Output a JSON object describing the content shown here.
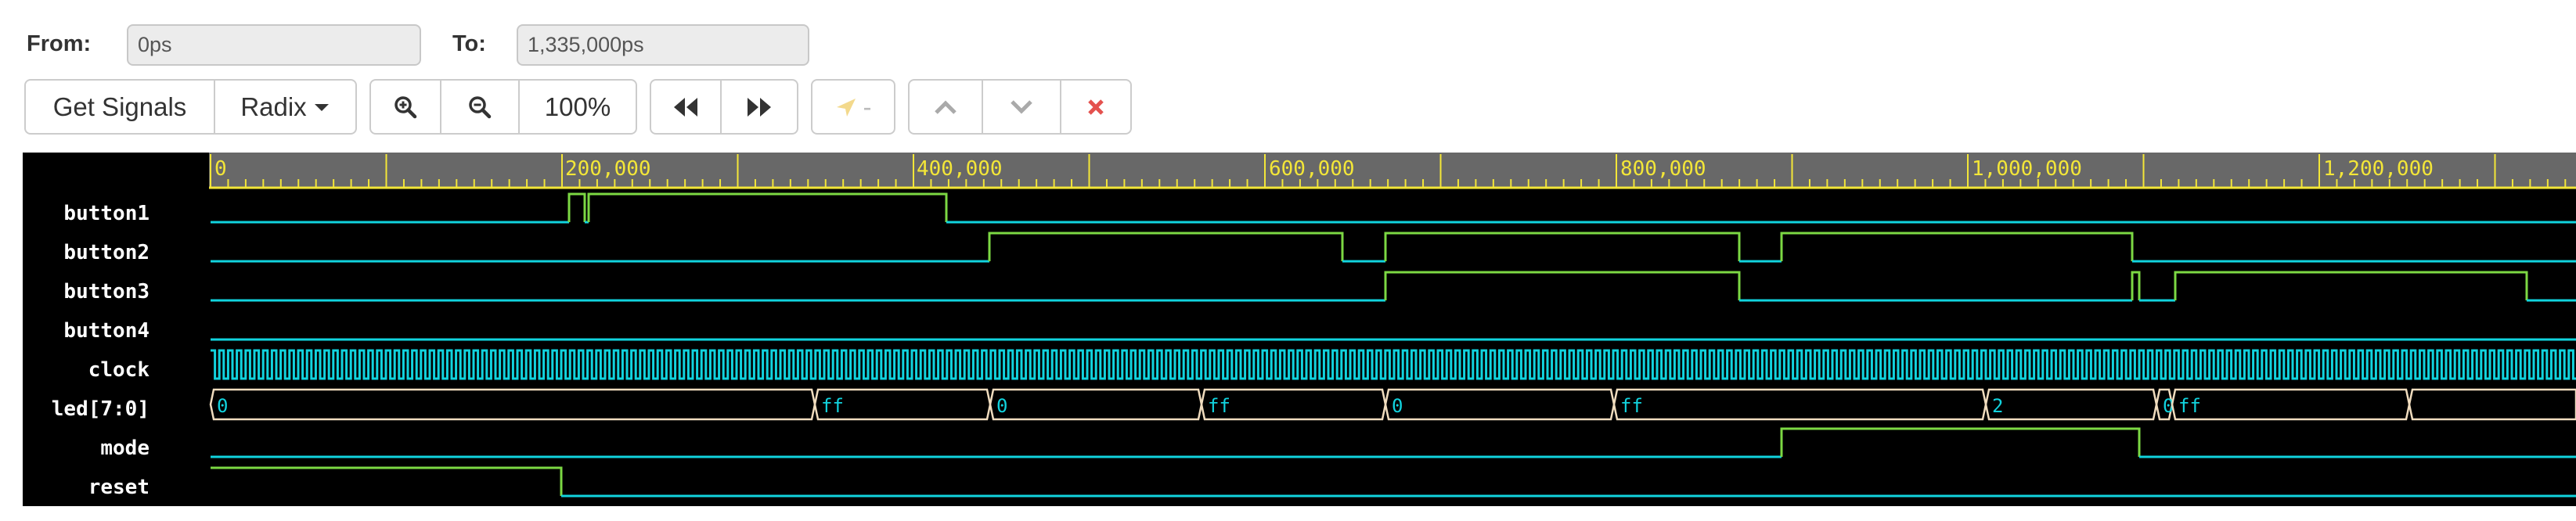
{
  "range": {
    "from_label": "From:",
    "from_value": "0ps",
    "to_label": "To:",
    "to_value": "1,335,000ps"
  },
  "toolbar": {
    "get_signals": "Get Signals",
    "radix": "Radix",
    "zoom_level": "100%",
    "marker_label": "-"
  },
  "colors": {
    "wave": "#11d3de",
    "high": "#7cd843",
    "bus": "#f0dcbe",
    "ruler_text": "#f3e638",
    "ruler_bg": "#686868",
    "background": "#000000",
    "delete": "#e4514e"
  },
  "icons": [
    "zoom-in-icon",
    "zoom-out-icon",
    "rewind-icon",
    "fast-forward-icon",
    "marker-icon",
    "chevron-up-icon",
    "chevron-down-icon",
    "close-icon",
    "caret-down-icon"
  ],
  "waveform": {
    "time_range_ps": [
      0,
      1335000
    ],
    "ruler_labels": [
      "0",
      "200,000",
      "400,000",
      "600,000",
      "800,000",
      "1,000,000",
      "1,200,000"
    ],
    "signals": [
      "button1",
      "button2",
      "button3",
      "button4",
      "clock",
      "led[7:0]",
      "mode",
      "reset"
    ],
    "led_values": [
      "0",
      "ff",
      "0",
      "ff",
      "0",
      "ff",
      "2",
      "0",
      "ff"
    ]
  }
}
